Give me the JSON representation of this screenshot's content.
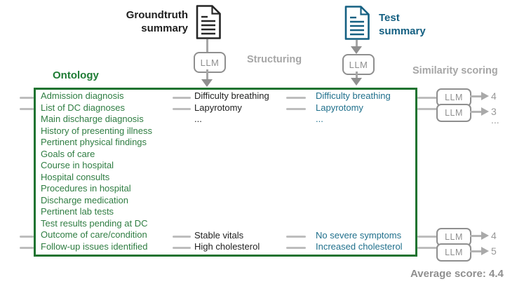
{
  "header": {
    "groundtruth_doc": {
      "line1": "Groundtruth",
      "line2": "summary"
    },
    "test_doc": {
      "line1": "Test",
      "line2": "summary"
    },
    "structuring": "Structuring",
    "similarity": "Similarity scoring",
    "llm": "LLM"
  },
  "ontology": {
    "title": "Ontology",
    "items": [
      "Admission diagnosis",
      "List of DC diagnoses",
      "Main discharge diagnosis",
      "History of presenting illness",
      "Pertinent physical findings",
      "Goals of care",
      "Course in hospital",
      "Hospital consults",
      "Procedures in hospital",
      "Discharge medication",
      "Pertinent lab tests",
      "Test results pending at DC",
      "Outcome of care/condition",
      "Follow-up issues identified"
    ]
  },
  "rows": [
    {
      "groundtruth": "Difficulty breathing",
      "test": "Difficulty breathing",
      "score": "4"
    },
    {
      "groundtruth": "Lapyrotomy",
      "test": "Lapyrotomy",
      "score": "3"
    },
    {
      "groundtruth": "...",
      "test": "...",
      "score": "..."
    },
    {
      "groundtruth": "Stable vitals",
      "test": "No severe symptoms",
      "score": "4"
    },
    {
      "groundtruth": "High cholesterol",
      "test": "Increased cholesterol",
      "score": "5"
    }
  ],
  "footer": {
    "average": "Average score: 4.4"
  },
  "colors": {
    "ontology_green": "#1f7330",
    "test_teal": "#156082",
    "label_gray": "#a6a6a6",
    "text_black": "#1f1f1f"
  }
}
